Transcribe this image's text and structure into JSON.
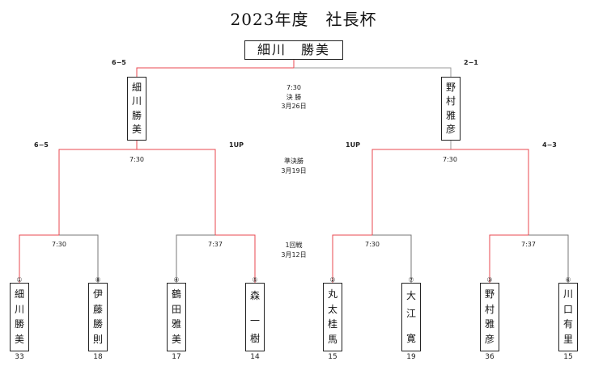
{
  "title": "2023年度　社長杯",
  "champion": "細川　勝美",
  "colors": {
    "winner_line": "#e8474f",
    "loser_line": "#777777"
  },
  "final": {
    "left_player": [
      "細",
      "川",
      "勝",
      "美"
    ],
    "right_player": [
      "野",
      "村",
      "雅",
      "彦"
    ],
    "left_score": "6−5",
    "right_score": "2−1",
    "time": "7:30",
    "round": "決 勝",
    "date": "3月26日"
  },
  "semifinal": {
    "round": "準決勝",
    "date": "3月19日",
    "left": {
      "time": "7:30",
      "score_a": "6−5",
      "score_b": "1UP"
    },
    "right": {
      "time": "7:30",
      "score_a": "1UP",
      "score_b": "4−3"
    }
  },
  "first_round": {
    "round": "1回戦",
    "date": "3月12日",
    "times": [
      "7:30",
      "7:37",
      "7:30",
      "7:37"
    ]
  },
  "entrants": [
    {
      "seed": "①",
      "name": [
        "細",
        "川",
        "勝",
        "美"
      ],
      "handicap": "33"
    },
    {
      "seed": "⑧",
      "name": [
        "伊",
        "藤",
        "勝",
        "則"
      ],
      "handicap": "18"
    },
    {
      "seed": "④",
      "name": [
        "鶴",
        "田",
        "雅",
        "美"
      ],
      "handicap": "17"
    },
    {
      "seed": "⑤",
      "name": [
        "森",
        "",
        "一",
        "樹"
      ],
      "handicap": "14"
    },
    {
      "seed": "②",
      "name": [
        "丸",
        "太",
        "桂",
        "馬"
      ],
      "handicap": "15"
    },
    {
      "seed": "⑦",
      "name": [
        "大",
        "江",
        "",
        "寛"
      ],
      "handicap": "19"
    },
    {
      "seed": "③",
      "name": [
        "野",
        "村",
        "雅",
        "彦"
      ],
      "handicap": "36"
    },
    {
      "seed": "⑥",
      "name": [
        "川",
        "口",
        "有",
        "里"
      ],
      "handicap": "15"
    }
  ]
}
